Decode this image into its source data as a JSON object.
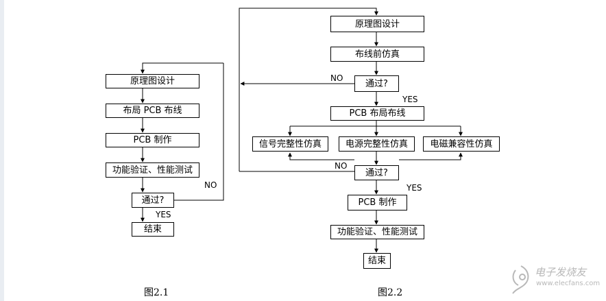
{
  "fig21": {
    "caption": "图2.1",
    "nodes": {
      "schematic": "原理图设计",
      "layout": "布局 PCB 布线",
      "pcb_make": "PCB 制作",
      "test": "功能验证、性能测试",
      "pass": "通过?",
      "end": "结束"
    },
    "labels": {
      "no": "NO",
      "yes": "YES"
    }
  },
  "fig22": {
    "caption": "图2.2",
    "nodes": {
      "schematic": "原理图设计",
      "presim": "布线前仿真",
      "pass1": "通过?",
      "layout": "PCB 布局布线",
      "signal": "信号完整性仿真",
      "power": "电源完整性仿真",
      "emc": "电磁兼容性仿真",
      "pass2": "通过?",
      "pcb_make": "PCB 制作",
      "test": "功能验证、性能测试",
      "end": "结束"
    },
    "labels": {
      "no1": "NO",
      "yes1": "YES",
      "no2": "NO",
      "yes2": "YES"
    }
  },
  "watermark": {
    "logo_icon": "electronic-enthusiast-logo-icon",
    "text": "电子发烧友",
    "url": "www.elecfans.com"
  },
  "colors": {
    "line": "#000000",
    "watermark": "#b8b8b8"
  }
}
